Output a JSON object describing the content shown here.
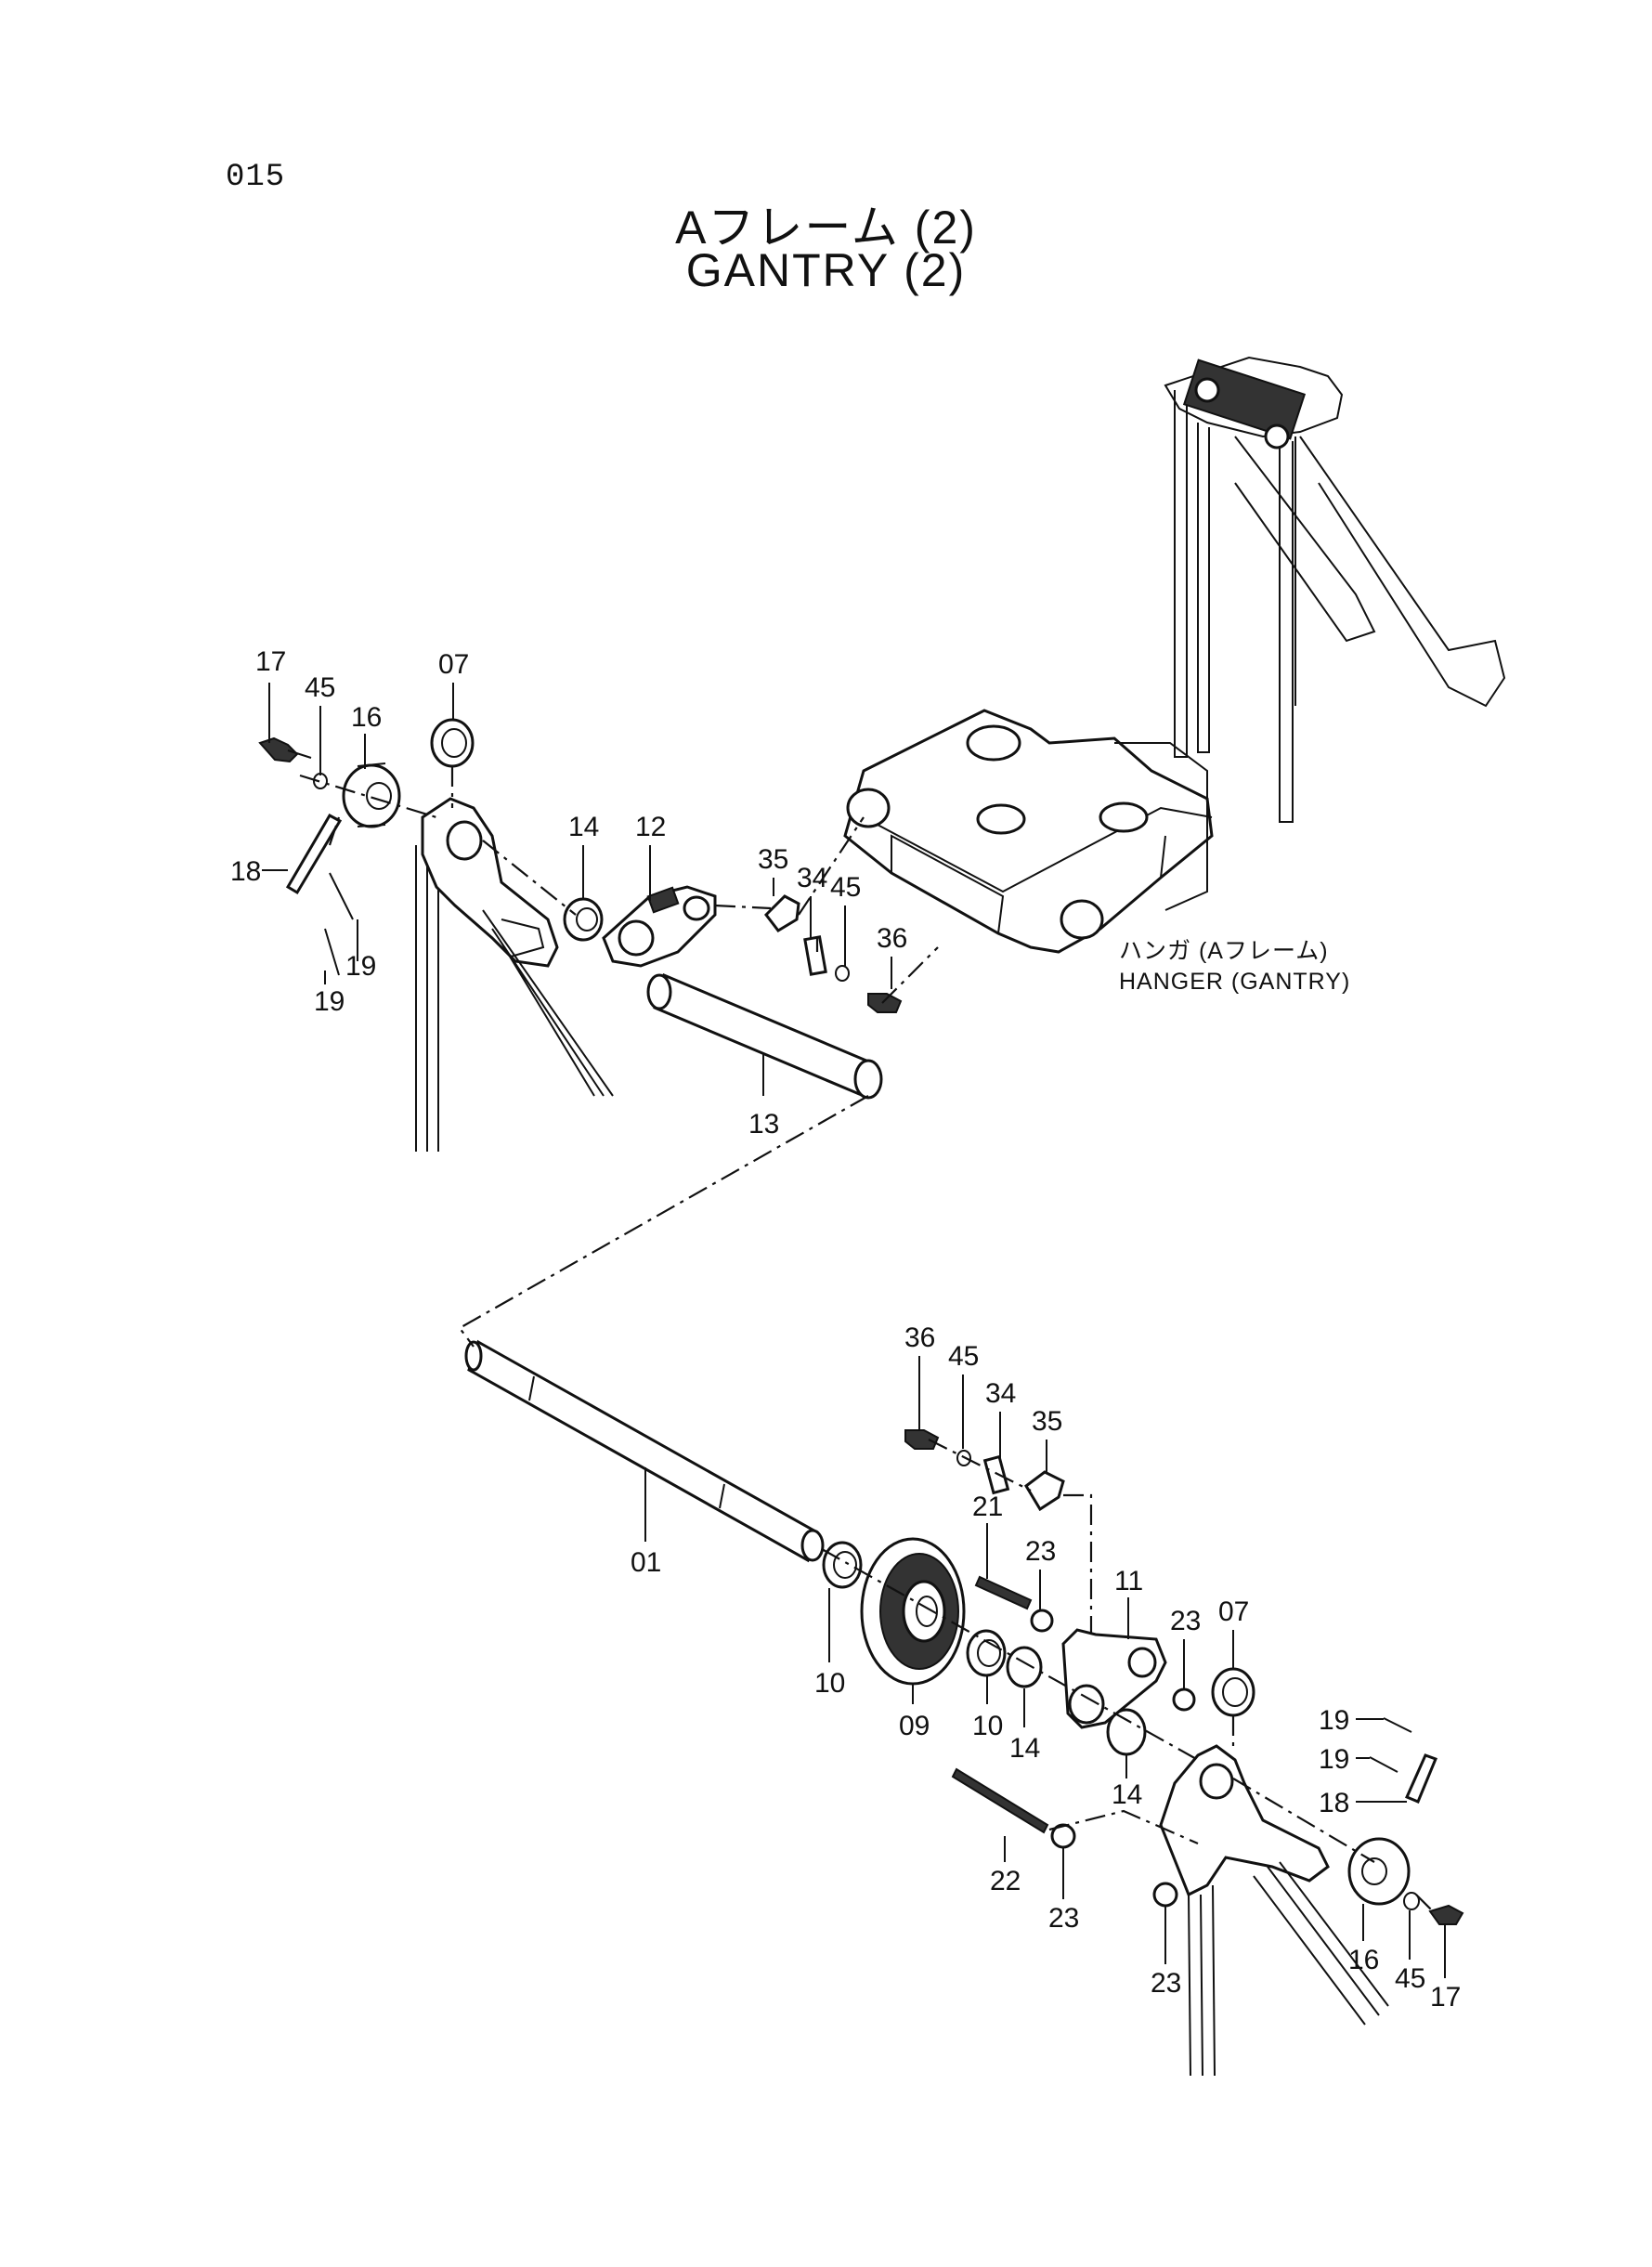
{
  "page_number": "015",
  "title_jp": "Aフレーム (2)",
  "title_en": "GANTRY (2)",
  "hanger_label_jp": "ハンガ (Aフレーム)",
  "hanger_label_en": "HANGER (GANTRY)",
  "callouts": {
    "upper_left": [
      "17",
      "45",
      "16",
      "07",
      "18",
      "19",
      "19",
      "14",
      "12",
      "35",
      "34",
      "45",
      "36",
      "13"
    ],
    "lower_right": [
      "36",
      "45",
      "34",
      "35",
      "21",
      "23",
      "11",
      "23",
      "07",
      "01",
      "10",
      "09",
      "10",
      "14",
      "14",
      "19",
      "19",
      "18",
      "22",
      "23",
      "23",
      "16",
      "45",
      "17"
    ]
  }
}
